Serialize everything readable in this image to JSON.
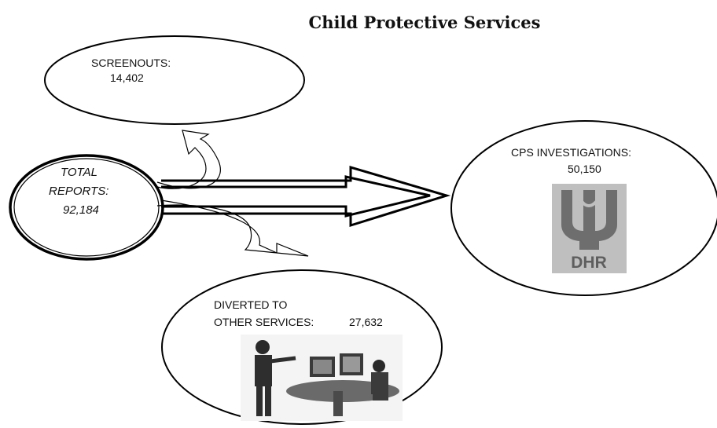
{
  "title": "Child Protective Services",
  "total": {
    "label_line1": "TOTAL",
    "label_line2": "REPORTS:",
    "value": "92,184"
  },
  "screenouts": {
    "label": "SCREENOUTS:",
    "value": "14,402"
  },
  "investigations": {
    "label": "CPS INVESTIGATIONS:",
    "value": "50,150"
  },
  "diverted": {
    "label_line1": "DIVERTED TO",
    "label_line2": "OTHER SERVICES:",
    "value": "27,632"
  },
  "logo": {
    "text": "DHR",
    "icon": "dhr-logo-icon",
    "color": "#6e6e6e"
  },
  "photo": {
    "icon": "office-meeting-photo"
  }
}
